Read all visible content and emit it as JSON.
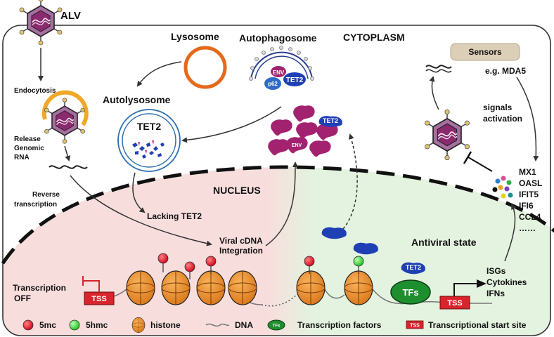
{
  "labels": {
    "alv": "ALV",
    "cytoplasm": "CYTOPLASM",
    "nucleus": "NUCLEUS",
    "lysosome": "Lysosome",
    "autophagosome": "Autophagosome",
    "autolysosome": "Autolysosome",
    "endocytosis": "Endocytosis",
    "release_1": "Release",
    "release_2": "Genomic",
    "release_3": "RNA",
    "reverse_1": "Reverse",
    "reverse_2": "transcription",
    "lacking_tet2": "Lacking TET2",
    "integration_1": "Viral cDNA",
    "integration_2": "Integration",
    "antiviral_state": "Antiviral state",
    "sensors": "Sensors",
    "mda5": "e.g. MDA5",
    "signals_1": "signals",
    "signals_2": "activation",
    "transcription_off_1": "Transcription",
    "transcription_off_2": "OFF",
    "tss": "TSS",
    "tfs": "TFs",
    "tet2": "TET2",
    "env": "ENV",
    "p62": "p62"
  },
  "isg_list": [
    "MX1",
    "OASL",
    "IFIT5",
    "IFI6",
    "CCL4",
    "……"
  ],
  "outputs": [
    "ISGs",
    "Cytokines",
    "IFNs"
  ],
  "legend": {
    "mc5": "5mc",
    "hmc5": "5hmc",
    "histone": "histone",
    "dna": "DNA",
    "tf_icon": "TFs",
    "transcription_factors": "Transcription factors",
    "tss_icon": "TSS",
    "tss_full": "Transcriptional start site"
  },
  "colors": {
    "virus_body": "#8b2a6e",
    "virus_capsid": "#a56fa0",
    "virus_spike": "#e3c46a",
    "lysosome": "#e46a1a",
    "autolysosome": "#2b6fb0",
    "tet2": "#1f3fb5",
    "env": "#a3226f",
    "histone": "#e88a1f",
    "mc5": "#e8102a",
    "hmc5": "#2fd32f",
    "tf": "#1e8f2e",
    "tss": "#d8242c",
    "nucleus_left": "#f7dedd",
    "nucleus_right": "#e3f3df",
    "sensors": "#dccfb7"
  }
}
